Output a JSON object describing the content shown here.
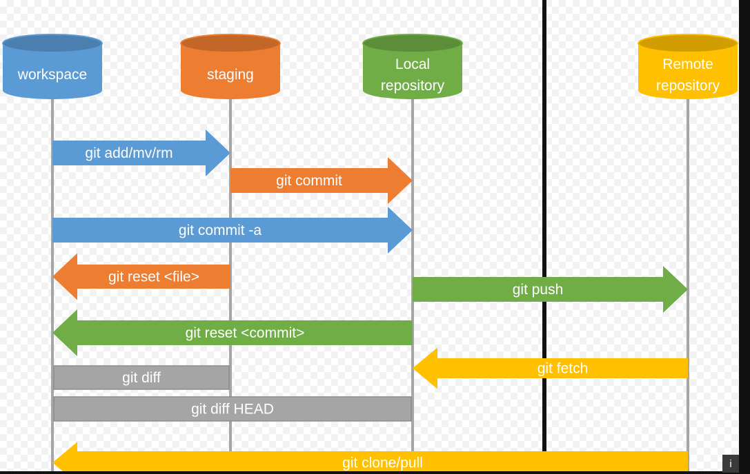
{
  "colors": {
    "blue": "#5b9bd5",
    "orange": "#ed7d31",
    "green": "#70ad47",
    "yellow": "#ffc000",
    "gray": "#a5a5a5"
  },
  "nodes": [
    {
      "id": "workspace",
      "lines": [
        "workspace"
      ],
      "color": "blue"
    },
    {
      "id": "staging",
      "lines": [
        "staging"
      ],
      "color": "orange"
    },
    {
      "id": "local",
      "lines": [
        "Local",
        "repository"
      ],
      "color": "green"
    },
    {
      "id": "remote",
      "lines": [
        "Remote",
        "repository"
      ],
      "color": "yellow"
    }
  ],
  "commands": [
    {
      "label": "git add/mv/rm",
      "from": "workspace",
      "to": "staging",
      "color": "blue"
    },
    {
      "label": "git commit",
      "from": "staging",
      "to": "local",
      "color": "orange"
    },
    {
      "label": "git commit -a",
      "from": "workspace",
      "to": "local",
      "color": "blue"
    },
    {
      "label": "git reset <file>",
      "from": "staging",
      "to": "workspace",
      "color": "orange"
    },
    {
      "label": "git push",
      "from": "local",
      "to": "remote",
      "color": "green"
    },
    {
      "label": "git reset <commit>",
      "from": "local",
      "to": "workspace",
      "color": "green"
    },
    {
      "label": "git fetch",
      "from": "remote",
      "to": "local",
      "color": "yellow"
    },
    {
      "label": "git diff",
      "from": "workspace",
      "to": "staging",
      "color": "gray"
    },
    {
      "label": "git diff HEAD",
      "from": "workspace",
      "to": "local",
      "color": "gray"
    },
    {
      "label": "git clone/pull",
      "from": "remote",
      "to": "workspace",
      "color": "yellow"
    }
  ],
  "info_label": "i"
}
